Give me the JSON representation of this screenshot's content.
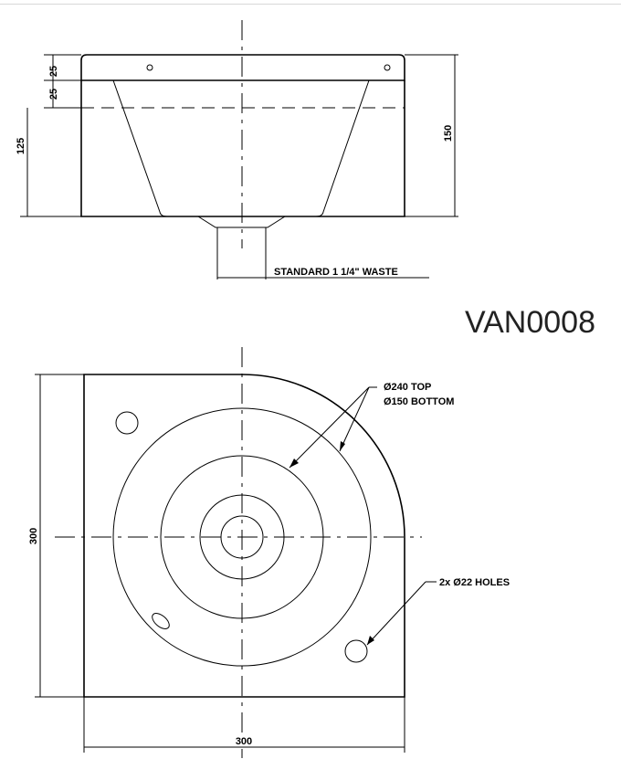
{
  "product_code": "VAN0008",
  "side_view": {
    "dimensions": {
      "top_flange": "25",
      "second_band": "25",
      "bowl_depth": "125",
      "overall_height": "150"
    },
    "waste_label": "STANDARD 1 1/4\" WASTE"
  },
  "plan_view": {
    "dimensions": {
      "height": "300",
      "width": "300"
    },
    "callout_top": "Ø240 TOP",
    "callout_bottom": "Ø150 BOTTOM",
    "holes_label": "2x Ø22 HOLES"
  }
}
